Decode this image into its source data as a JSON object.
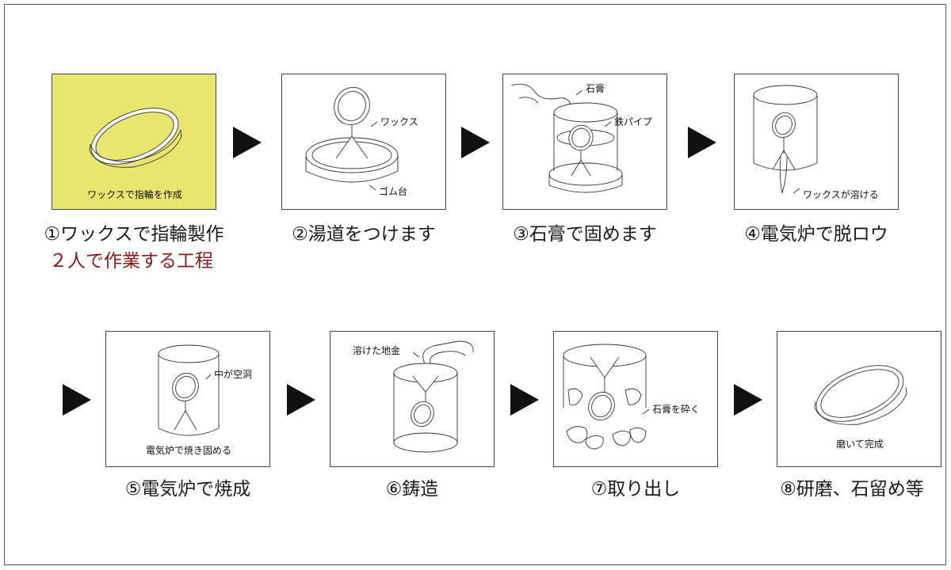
{
  "steps": [
    {
      "label": "①ワックスで指輪製作",
      "sub": "２人で作業する工程",
      "annotations": [
        "ワックスで指輪を作成"
      ]
    },
    {
      "label": "②湯道をつけます",
      "annotations": [
        "ワックス",
        "ゴム台"
      ]
    },
    {
      "label": "③石膏で固めます",
      "annotations": [
        "石膏",
        "鉄パイプ"
      ]
    },
    {
      "label": "④電気炉で脱ロウ",
      "annotations": [
        "ワックスが溶ける"
      ]
    },
    {
      "label": "⑤電気炉で焼成",
      "annotations": [
        "中が空洞",
        "電気炉で焼き固める"
      ]
    },
    {
      "label": "⑥鋳造",
      "annotations": [
        "溶けた地金"
      ]
    },
    {
      "label": "⑦取り出し",
      "annotations": [
        "石膏を砕く"
      ]
    },
    {
      "label": "⑧研磨、石留め等",
      "annotations": [
        "磨いて完成"
      ]
    }
  ],
  "colors": {
    "highlight": "#e8e66e",
    "subtext": "#8b1a1a",
    "arrow": "#111111"
  },
  "icons": [
    "right-triangle-arrow-icon"
  ]
}
